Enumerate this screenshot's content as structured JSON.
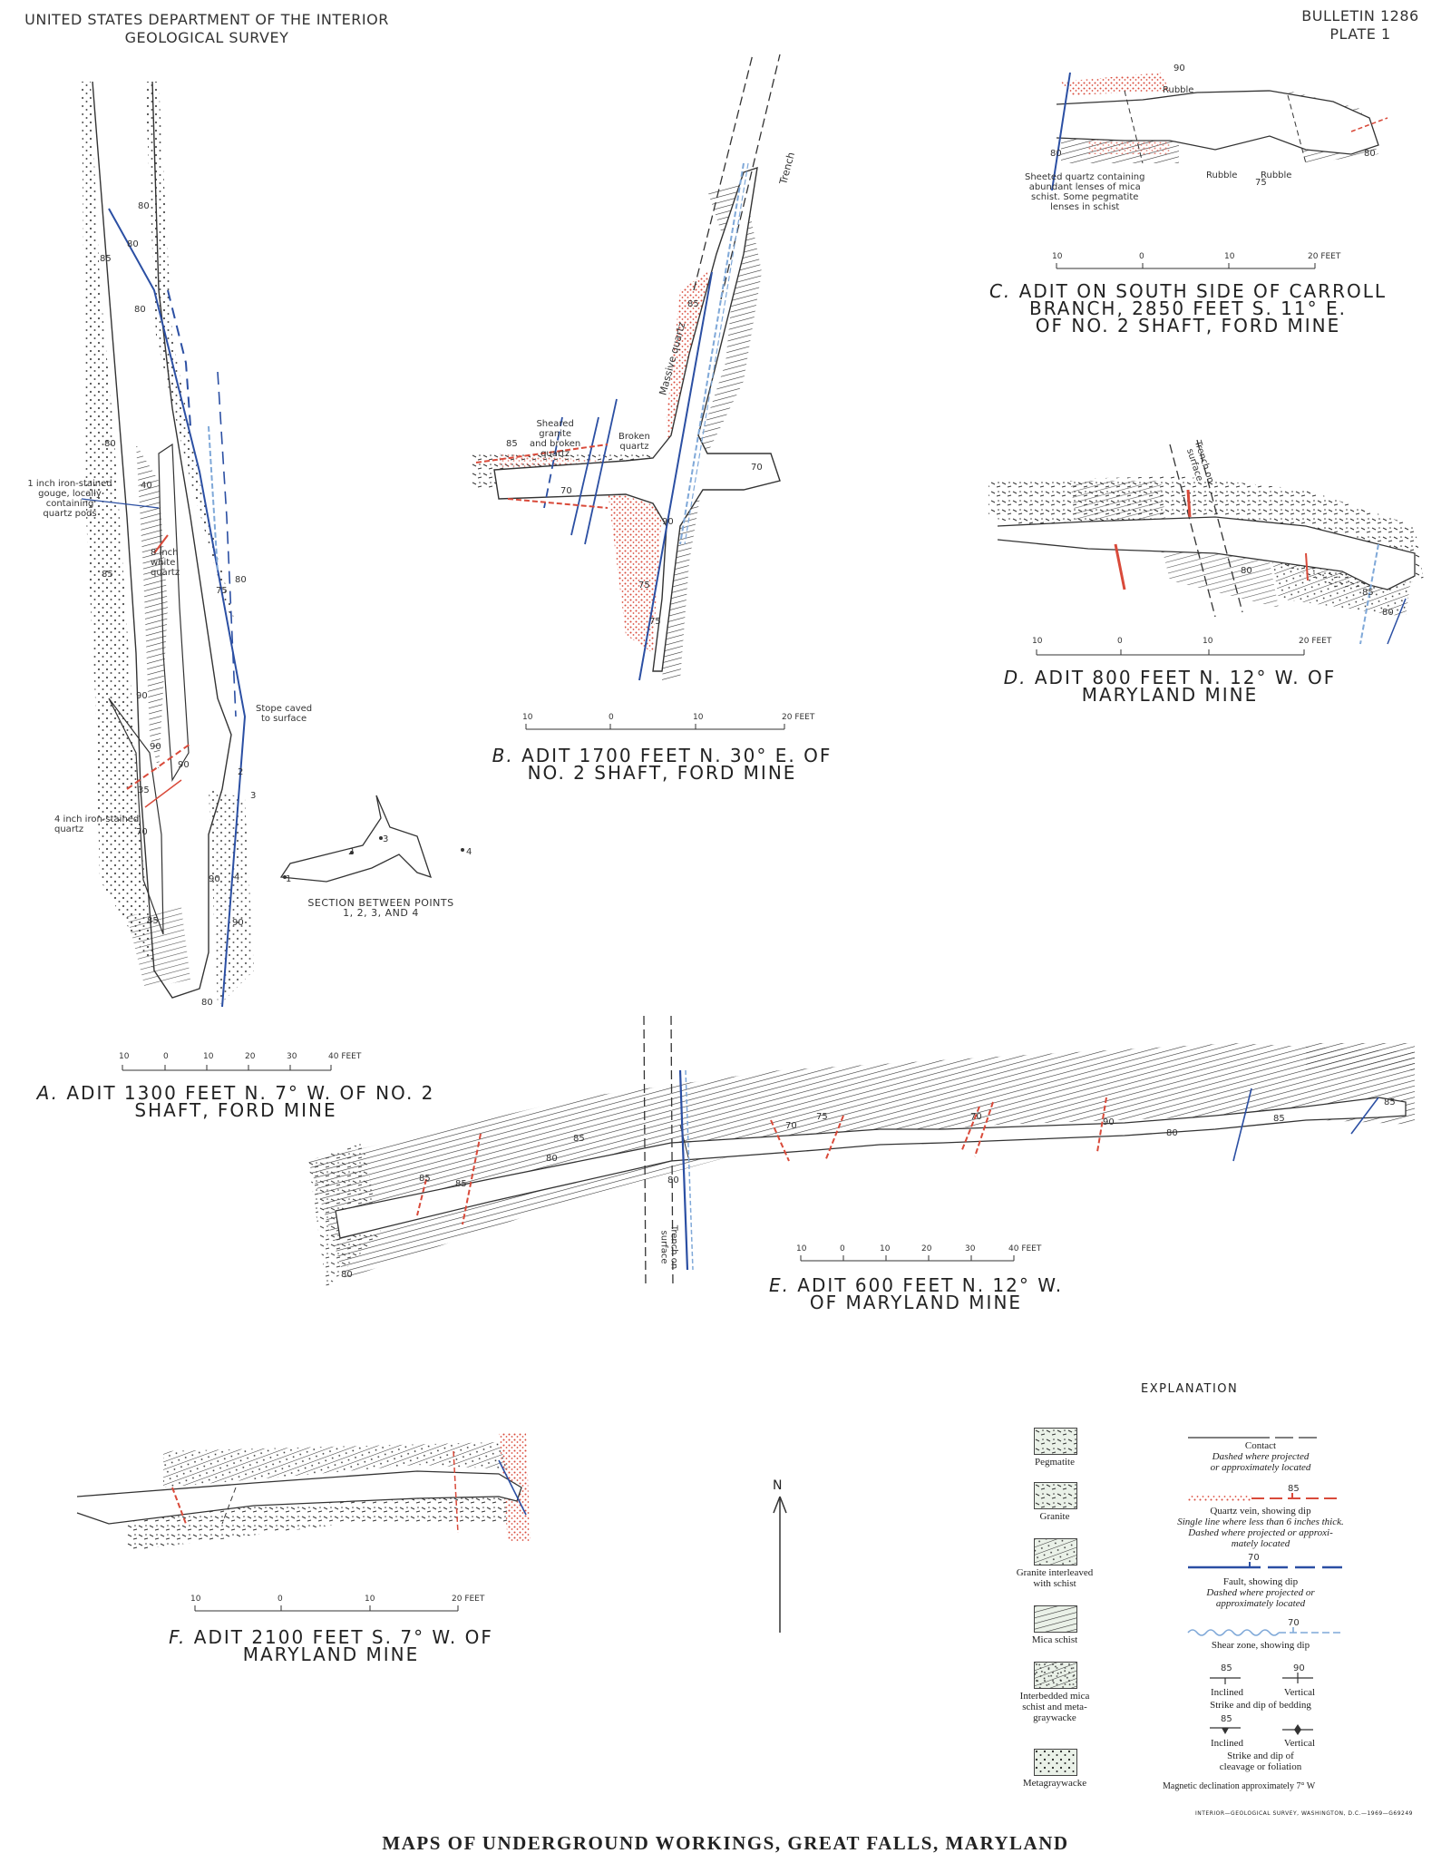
{
  "header": {
    "agency_line1": "UNITED STATES DEPARTMENT OF THE INTERIOR",
    "agency_line2": "GEOLOGICAL SURVEY",
    "bulletin": "BULLETIN 1286",
    "plate": "PLATE 1"
  },
  "title": "MAPS OF UNDERGROUND WORKINGS, GREAT FALLS, MARYLAND",
  "maps": {
    "a": {
      "letter": "A.",
      "caption_line1": "ADIT 1300 FEET N. 7° W. OF NO. 2",
      "caption_line2": "SHAFT, FORD MINE",
      "notes": {
        "gouge": [
          "1 inch iron-stained",
          "gouge, locally",
          "containing",
          "quartz pods"
        ],
        "white_quartz": [
          "8 inch",
          "white",
          "quartz"
        ],
        "stope": [
          "Stope caved",
          "to surface"
        ],
        "iron_quartz": [
          "4 inch iron-stained",
          "quartz"
        ]
      },
      "section": [
        "SECTION BETWEEN POINTS",
        "1, 2, 3, AND 4"
      ],
      "point_labels": [
        "1",
        "2",
        "3",
        "4"
      ],
      "dips": [
        "80",
        "80",
        "85",
        "80",
        "80",
        "40",
        "75",
        "80",
        "85",
        "90",
        "90",
        "35",
        "70",
        "90",
        "90",
        "85",
        "90",
        "80"
      ],
      "scale": [
        "10",
        "0",
        "10",
        "20",
        "30",
        "40 FEET"
      ]
    },
    "b": {
      "letter": "B.",
      "caption_line1": "ADIT 1700 FEET N. 30° E. OF",
      "caption_line2": "NO. 2 SHAFT, FORD MINE",
      "notes": {
        "trench": "Trench",
        "massive_quartz": "Massive quartz",
        "sheared": [
          "Sheared",
          "granite",
          "and broken",
          "quartz"
        ],
        "broken": [
          "Broken",
          "quartz"
        ]
      },
      "dips": [
        "85",
        "85",
        "70",
        "90",
        "70",
        "75",
        "75"
      ],
      "scale": [
        "10",
        "0",
        "10",
        "20 FEET"
      ]
    },
    "c": {
      "letter": "C.",
      "caption_line1": "ADIT ON SOUTH SIDE OF CARROLL",
      "caption_line2": "BRANCH, 2850 FEET S. 11° E.",
      "caption_line3": "OF NO. 2 SHAFT, FORD MINE",
      "notes": {
        "rubble": "Rubble",
        "sheeted": [
          "Sheeted quartz containing",
          "abundant lenses of mica",
          "schist.  Some pegmatite",
          "lenses in schist"
        ]
      },
      "dips": [
        "90",
        "80",
        "75",
        "80"
      ],
      "scale": [
        "10",
        "0",
        "10",
        "20 FEET"
      ]
    },
    "d": {
      "letter": "D.",
      "caption_line1": "ADIT 800 FEET N. 12° W. OF",
      "caption_line2": "MARYLAND MINE",
      "notes": {
        "trench": [
          "Trench on",
          "surface"
        ]
      },
      "dips": [
        "80",
        "85",
        "80"
      ],
      "scale": [
        "10",
        "0",
        "10",
        "20 FEET"
      ]
    },
    "e": {
      "letter": "E.",
      "caption_line1": "ADIT 600 FEET N. 12° W.",
      "caption_line2": "OF MARYLAND MINE",
      "notes": {
        "trench": [
          "Trench on",
          "surface"
        ]
      },
      "dips": [
        "85",
        "85",
        "80",
        "85",
        "80",
        "75",
        "70",
        "70",
        "90",
        "80",
        "85",
        "85",
        "80"
      ],
      "scale": [
        "10",
        "0",
        "10",
        "20",
        "30",
        "40 FEET"
      ]
    },
    "f": {
      "letter": "F.",
      "caption_line1": "ADIT 2100 FEET S. 7° W. OF",
      "caption_line2": "MARYLAND MINE",
      "scale": [
        "10",
        "0",
        "10",
        "20 FEET"
      ]
    }
  },
  "north": "N",
  "explanation": {
    "title": "EXPLANATION",
    "units": [
      "Pegmatite",
      "Granite",
      "Granite interleaved with schist",
      "Mica schist",
      "Interbedded mica schist and metagraywacke",
      "Metagraywacke"
    ],
    "unit_lines": {
      "granite_schist": [
        "Granite interleaved",
        "with schist"
      ],
      "mica_meta": [
        "Interbedded mica",
        "schist and meta-",
        "graywacke"
      ]
    },
    "contact": {
      "label": "Contact",
      "desc": [
        "Dashed where projected",
        "or approximately located"
      ]
    },
    "quartz_vein": {
      "dip": "85",
      "label": "Quartz vein, showing dip",
      "desc": [
        "Single line where less than 6 inches thick.",
        "Dashed where projected or approxi-",
        "mately located"
      ]
    },
    "fault": {
      "dip": "70",
      "label": "Fault, showing dip",
      "desc": [
        "Dashed where projected or",
        "approximately located"
      ]
    },
    "shear": {
      "dip": "70",
      "label": "Shear zone, showing dip"
    },
    "bedding": {
      "dip_inclined": "85",
      "dip_vertical": "90",
      "inclined": "Inclined",
      "vertical": "Vertical",
      "label": "Strike and dip of bedding"
    },
    "cleavage": {
      "dip_inclined": "85",
      "inclined": "Inclined",
      "vertical": "Vertical",
      "label": [
        "Strike and dip of",
        "cleavage or foliation"
      ]
    },
    "declination": "Magnetic declination approximately 7° W"
  },
  "imprint": "INTERIOR—GEOLOGICAL SURVEY, WASHINGTON, D.C.—1969—G69249",
  "colors": {
    "quartz": "#d94a3a",
    "fault": "#2b4fa3",
    "shear": "#7fa8d8",
    "ink": "#333333",
    "unit_fill": "#eaf1e8"
  }
}
